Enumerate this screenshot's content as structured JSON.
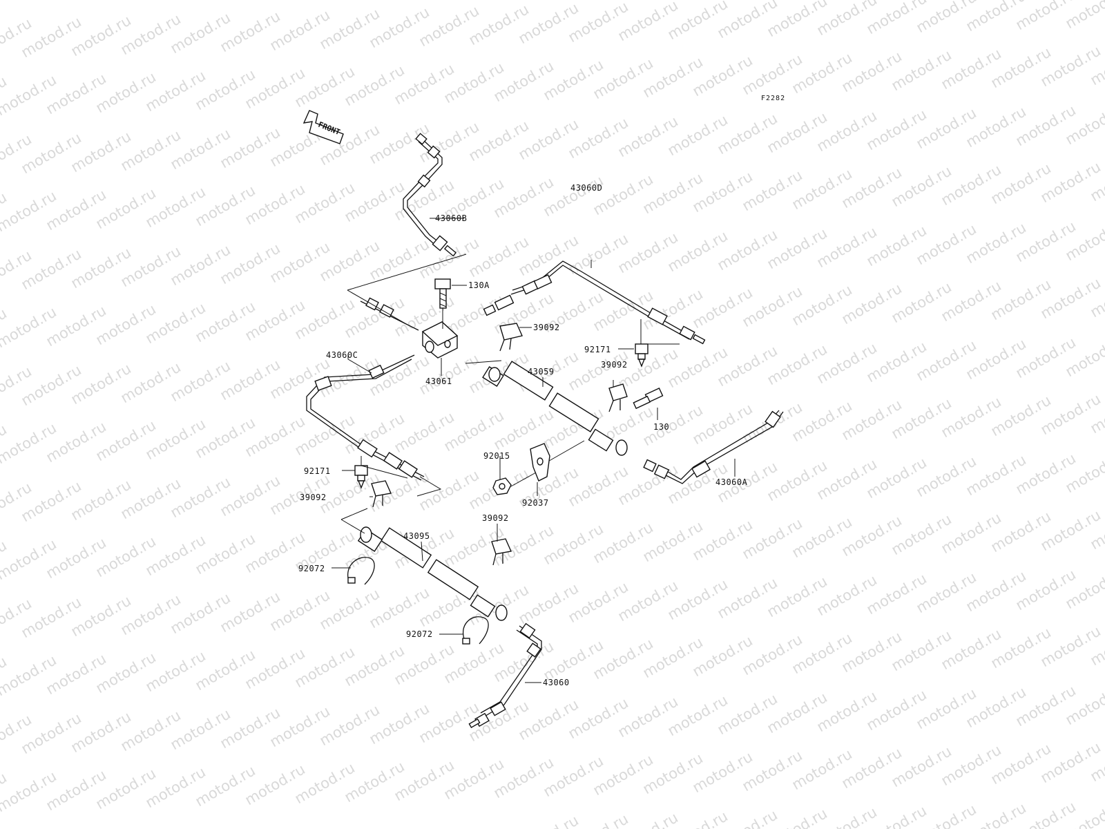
{
  "watermark": "motod.ru",
  "figure_code": "F2282",
  "front_label": "FRONT",
  "labels": {
    "p43060B": "43060B",
    "p43060D": "43060D",
    "p130A": "130A",
    "p39092_a": "39092",
    "p92171_a": "92171",
    "p39092_b": "39092",
    "p43060C": "43060C",
    "p43061": "43061",
    "p43059": "43059",
    "p130": "130",
    "p92015": "92015",
    "p92037": "92037",
    "p43060A": "43060A",
    "p92171_b": "92171",
    "p39092_c": "39092",
    "p39092_d": "39092",
    "p43095": "43095",
    "p92072_a": "92072",
    "p92072_b": "92072",
    "p43060": "43060"
  }
}
